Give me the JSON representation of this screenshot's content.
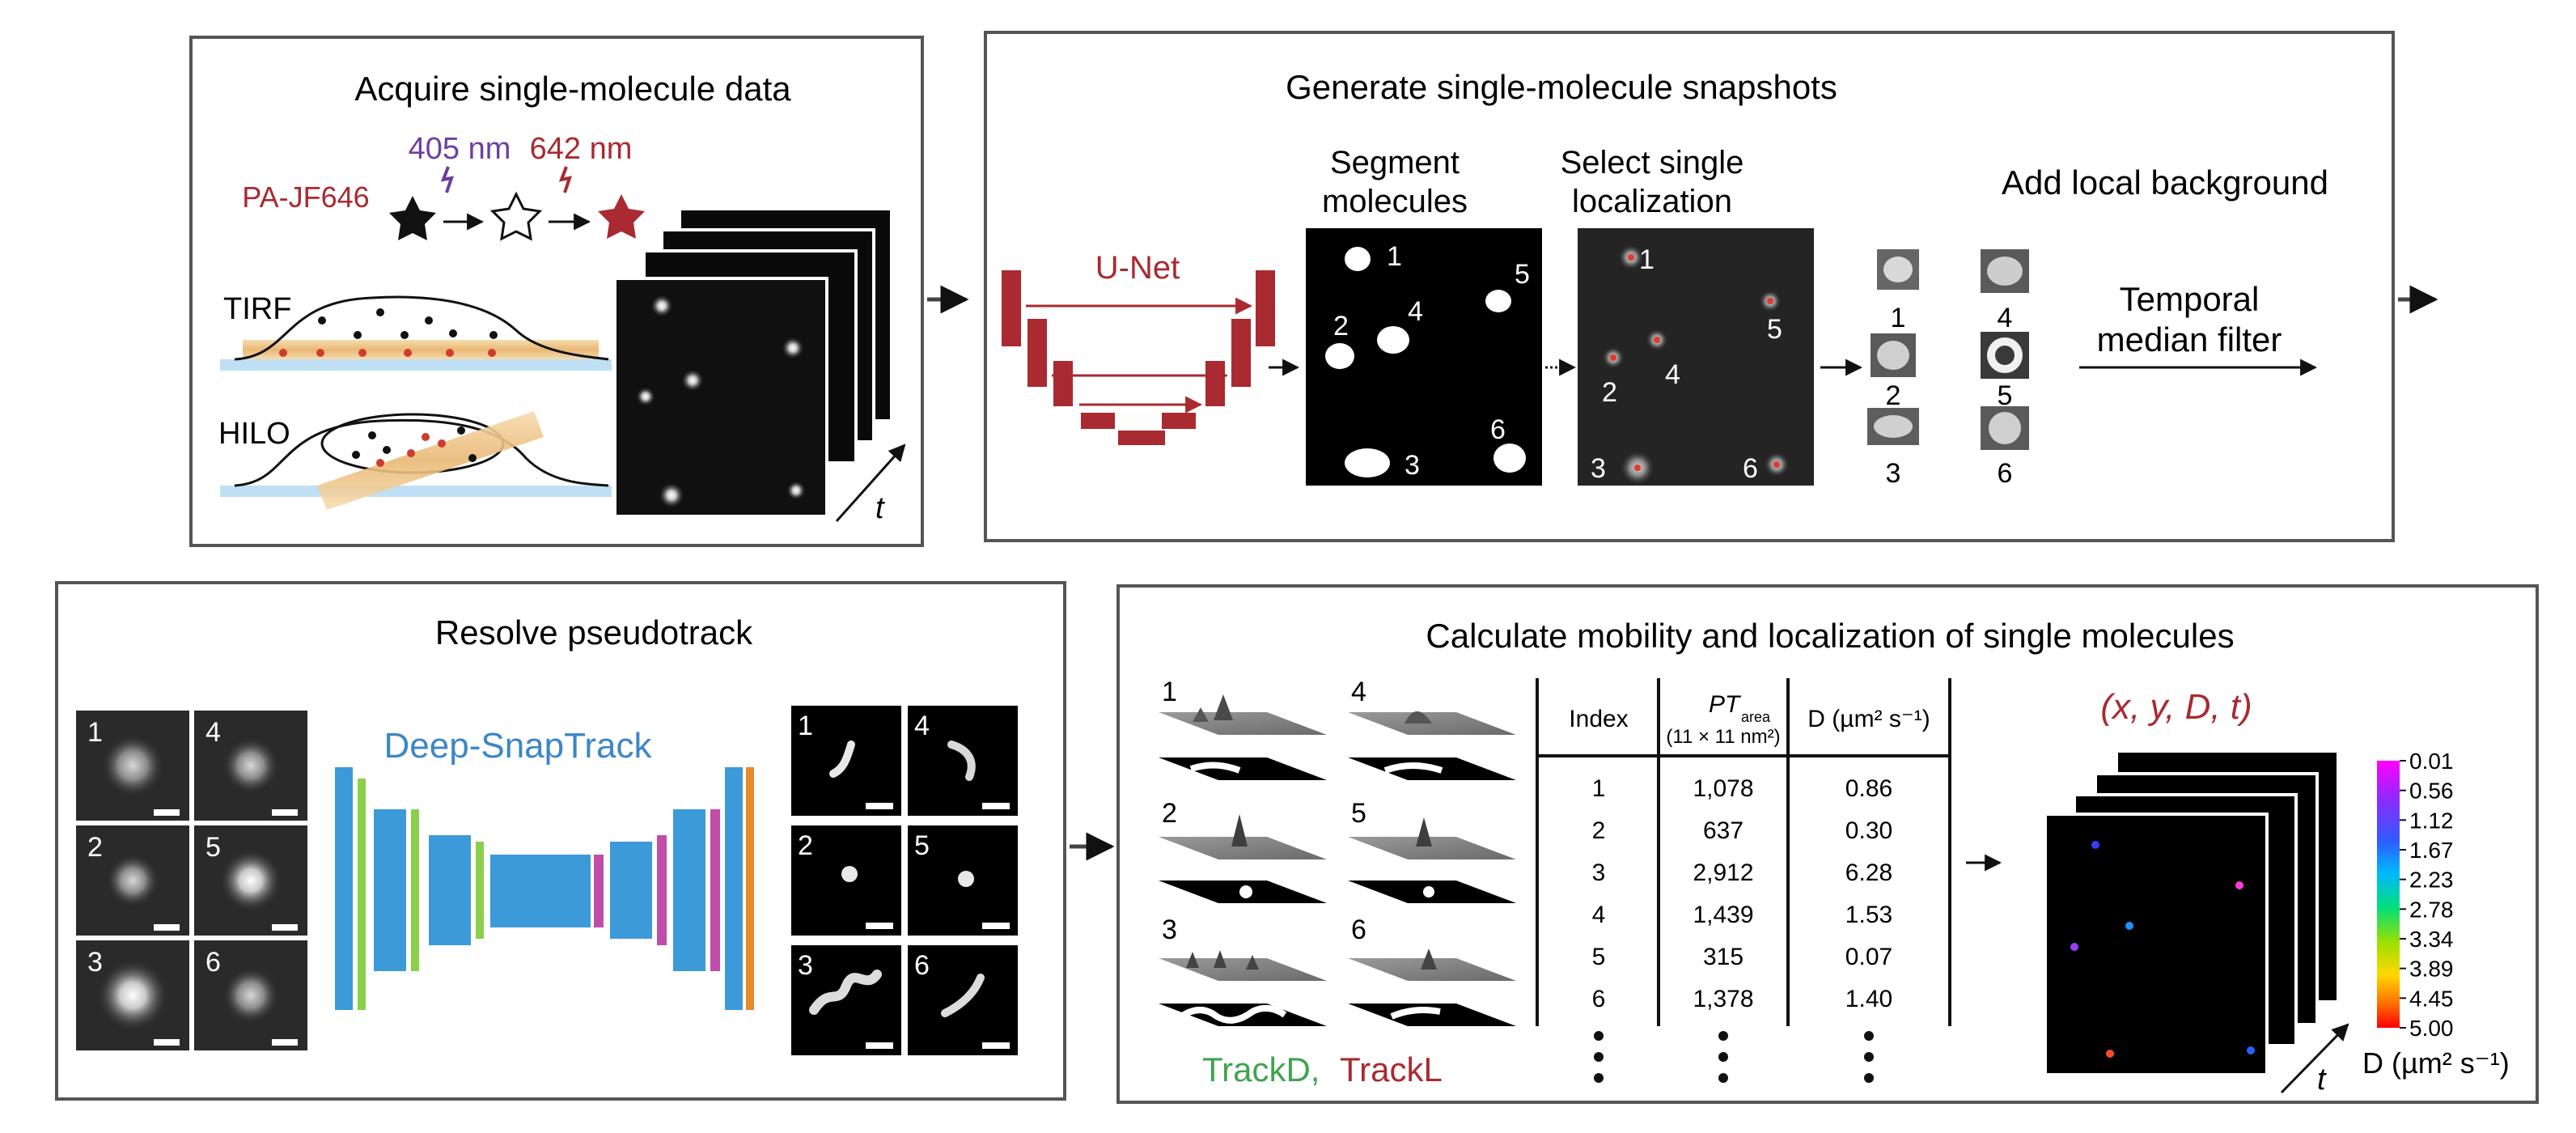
{
  "panel_acquire": {
    "title": "Acquire single-molecule data",
    "laser_405": "405 nm",
    "laser_642": "642 nm",
    "dye": "PA-JF646",
    "tirf": "TIRF",
    "hilo": "HILO",
    "time_label": "t"
  },
  "panel_snapshots": {
    "title": "Generate single-molecule snapshots",
    "unet": "U-Net",
    "segment_line1": "Segment",
    "segment_line2": "molecules",
    "select_line1": "Select single",
    "select_line2": "localization",
    "add_bg": "Add local background",
    "temporal_line1": "Temporal",
    "temporal_line2": "median filter",
    "numbers": [
      "1",
      "2",
      "3",
      "4",
      "5",
      "6"
    ]
  },
  "panel_pseudotrack": {
    "title": "Resolve pseudotrack",
    "network": "Deep-SnapTrack",
    "numbers": [
      "1",
      "4",
      "2",
      "5",
      "3",
      "6"
    ]
  },
  "panel_mobility": {
    "title": "Calculate mobility and localization of single molecules",
    "numbers": [
      "1",
      "4",
      "2",
      "5",
      "3",
      "6"
    ],
    "trackd": "TrackD,",
    "trackl": "TrackL",
    "output_label": "(x, y, D, t)",
    "time_label": "t",
    "colorbar_ticks": [
      "0.01",
      "0.56",
      "1.12",
      "1.67",
      "2.23",
      "2.78",
      "3.34",
      "3.89",
      "4.45",
      "5.00"
    ],
    "colorbar_label": "D (µm² s⁻¹)",
    "colors": {
      "red": "#a92a30",
      "green": "#3fa34d",
      "blue": "#3d86c6",
      "purple": "#6b3fa0"
    }
  },
  "table": {
    "headers": {
      "index": "Index",
      "pt": "PT",
      "pt_sub": "area",
      "pt_units": "(11 × 11 nm²)",
      "d": "D (µm² s⁻¹)"
    },
    "rows": [
      {
        "index": "1",
        "pt_area": "1,078",
        "d": "0.86"
      },
      {
        "index": "2",
        "pt_area": "637",
        "d": "0.30"
      },
      {
        "index": "3",
        "pt_area": "2,912",
        "d": "6.28"
      },
      {
        "index": "4",
        "pt_area": "1,439",
        "d": "1.53"
      },
      {
        "index": "5",
        "pt_area": "315",
        "d": "0.07"
      },
      {
        "index": "6",
        "pt_area": "1,378",
        "d": "1.40"
      }
    ]
  }
}
